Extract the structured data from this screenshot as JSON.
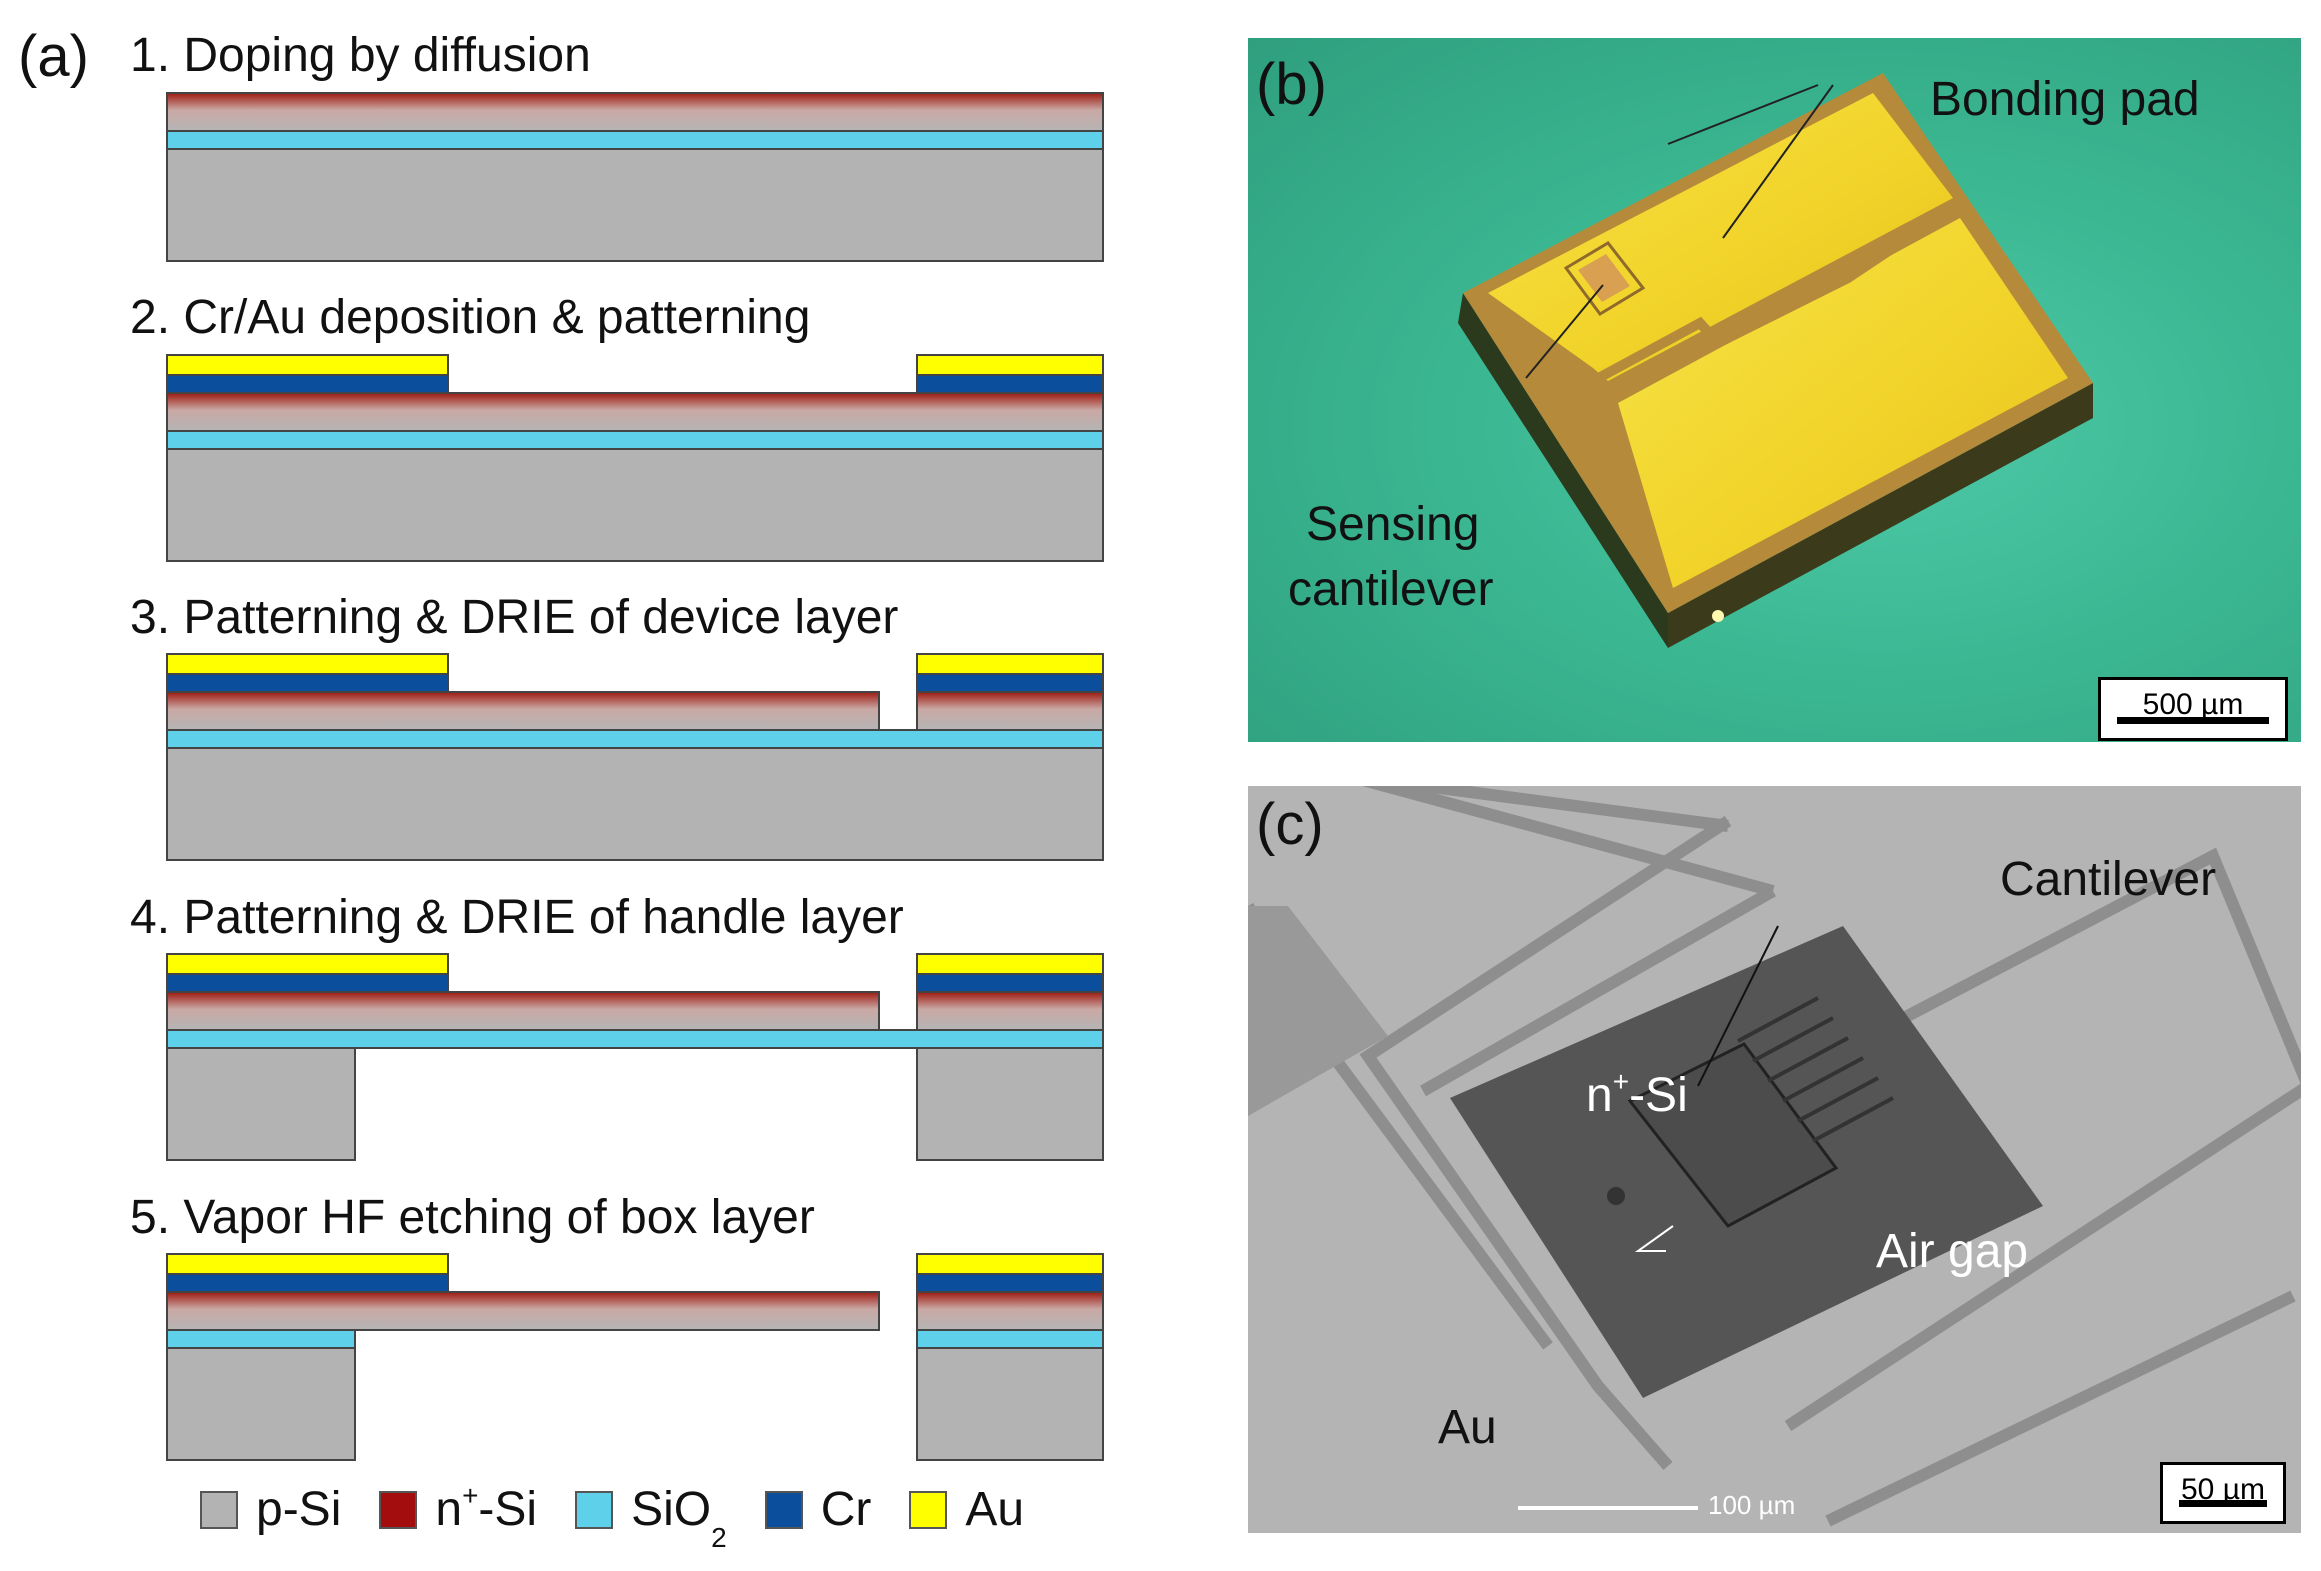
{
  "panel_a": {
    "label": "(a)",
    "steps": [
      {
        "title": "1. Doping by diffusion"
      },
      {
        "title": "2. Cr/Au deposition & patterning"
      },
      {
        "title": "3. Patterning & DRIE of device layer"
      },
      {
        "title": "4. Patterning & DRIE of handle layer"
      },
      {
        "title": "5. Vapor HF etching of box layer"
      }
    ],
    "legend": [
      {
        "label": "p-Si",
        "color": "#b3b3b3"
      },
      {
        "label_main": "n",
        "label_sup": "+",
        "label_rest": "-Si",
        "color": "#a30d0d"
      },
      {
        "label_main": "SiO",
        "label_sub": "2",
        "color": "#5fd0ea"
      },
      {
        "label": "Cr",
        "color": "#0b4f9c"
      },
      {
        "label": "Au",
        "color": "#ffff00"
      }
    ]
  },
  "panel_b": {
    "label": "(b)",
    "bonding_pad": "Bonding pad",
    "sensing_line1": "Sensing",
    "sensing_line2": "cantilever",
    "scale": "500 µm"
  },
  "panel_c": {
    "label": "(c)",
    "cantilever": "Cantilever",
    "nsi_main": "n",
    "nsi_sup": "+",
    "nsi_rest": "-Si",
    "air_gap": "Air gap",
    "au": "Au",
    "scale": "50 µm",
    "sem_scale": "100 µm"
  }
}
